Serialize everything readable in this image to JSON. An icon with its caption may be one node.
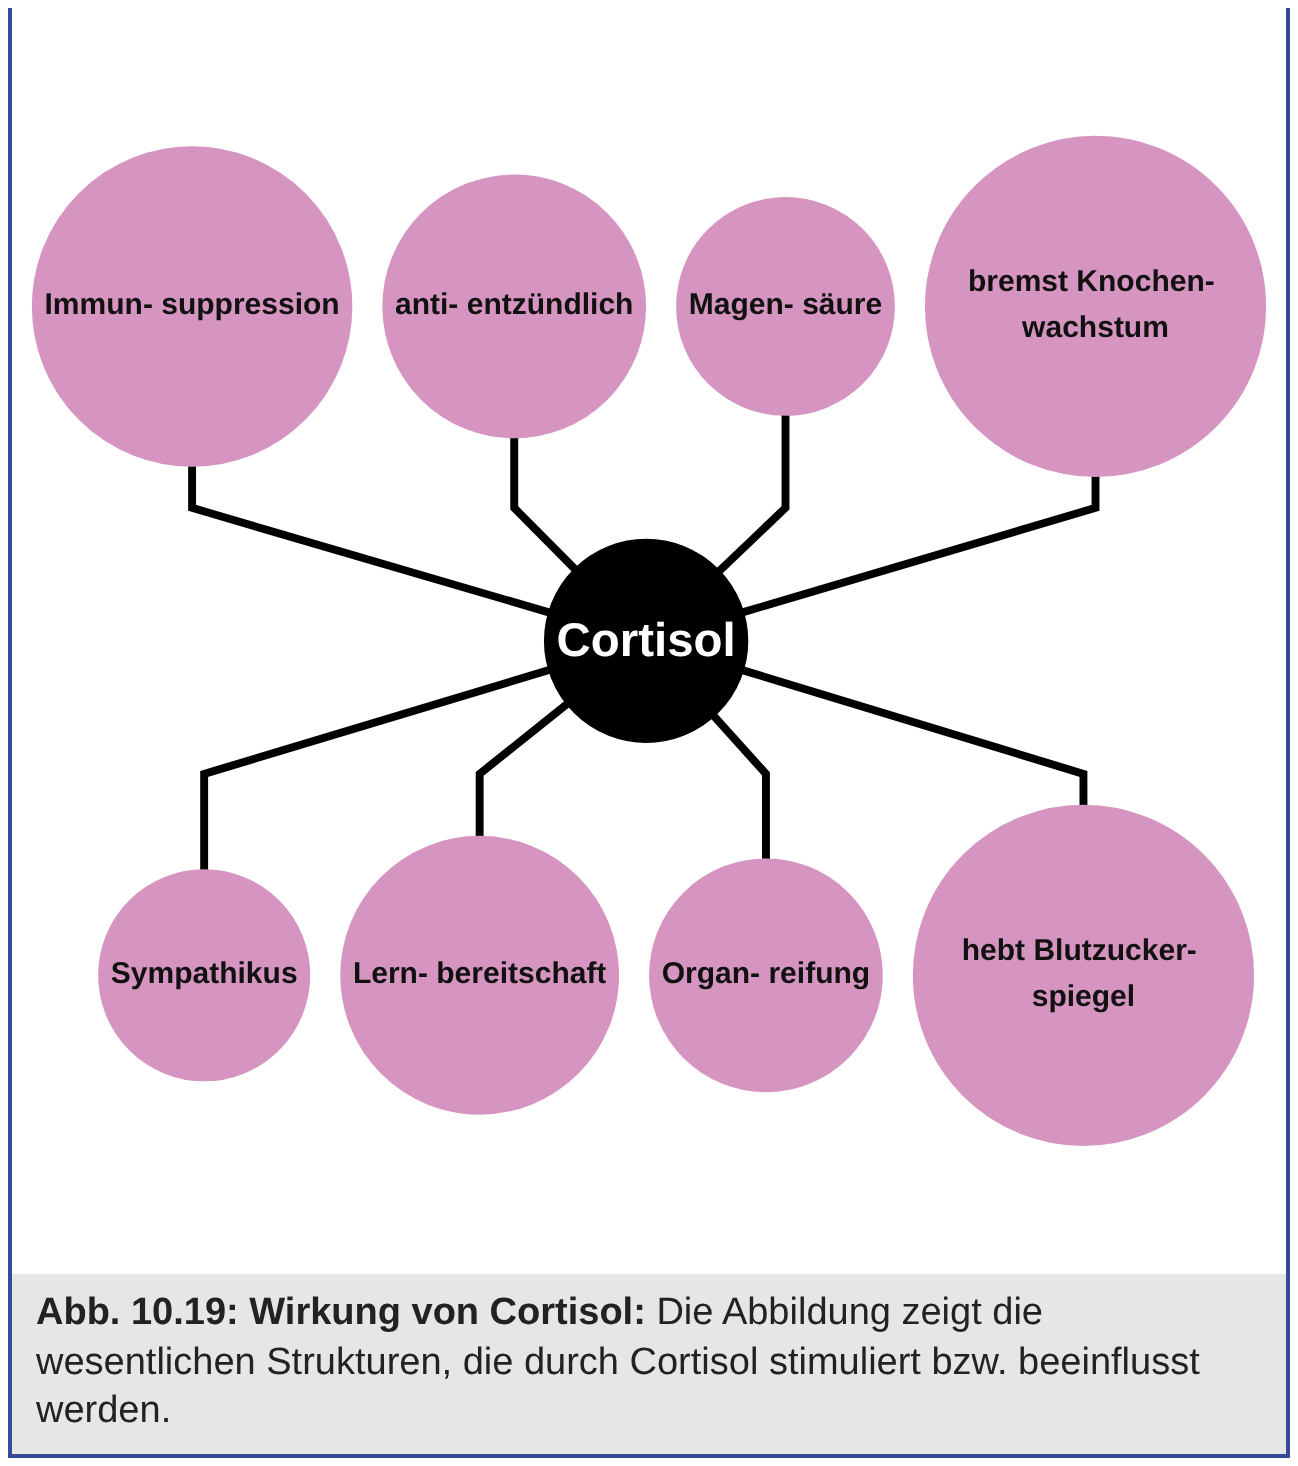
{
  "diagram": {
    "caption": "**Abb. 10.19: Wirkung von Cortisol:** Die Abbildung zeigt die wesentlichen Strukturen, die durch Cortisol stimuliert bzw. beeinflusst werden.",
    "nodes": [
      {
        "text": [
          "Cortisol"
        ]
      },
      {
        "text": [
          "Immun- suppression"
        ]
      },
      {
        "text": [
          "anti- entzündlich"
        ]
      },
      {
        "text": [
          "Magen- säure"
        ]
      },
      {
        "text": [
          "bremst Knochen- wachstum"
        ]
      },
      {
        "text": [
          "Sympathikus"
        ]
      },
      {
        "text": [
          "Lern- bereitschaft"
        ]
      },
      {
        "text": [
          "Organ- reifung"
        ]
      },
      {
        "text": [
          "hebt Blutzucker- spiegel"
        ]
      }
    ],
    "edges": [
      {
        "from": 0,
        "to": 1,
        "arrow": "none"
      },
      {
        "from": 0,
        "to": 2,
        "arrow": "none"
      },
      {
        "from": 0,
        "to": 3,
        "arrow": "none"
      },
      {
        "from": 0,
        "to": 4,
        "arrow": "none"
      },
      {
        "from": 0,
        "to": 5,
        "arrow": "none"
      },
      {
        "from": 0,
        "to": 6,
        "arrow": "none"
      },
      {
        "from": 0,
        "to": 7,
        "arrow": "none"
      },
      {
        "from": 0,
        "to": 8,
        "arrow": "none"
      }
    ]
  }
}
